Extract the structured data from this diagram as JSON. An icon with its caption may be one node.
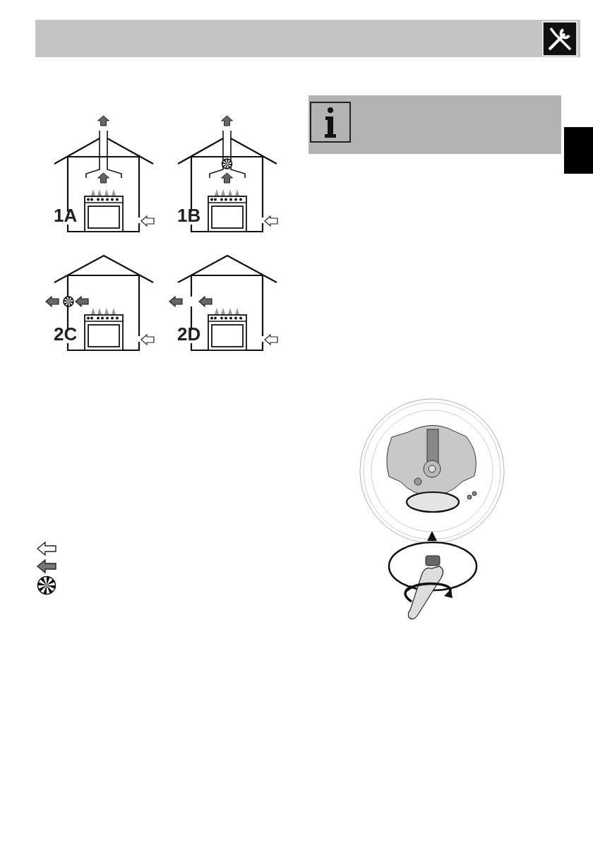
{
  "diagram": {
    "labels": [
      "1A",
      "1B",
      "2C",
      "2D"
    ]
  }
}
